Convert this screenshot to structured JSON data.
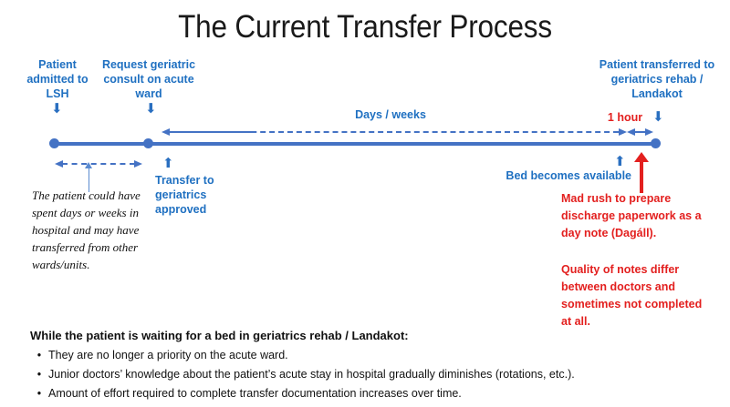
{
  "slide": {
    "title": "The Current Transfer Process",
    "colors": {
      "blue_text": "#1f70c1",
      "timeline_blue": "#4472c4",
      "red": "#e3201f",
      "black": "#111111",
      "background": "#ffffff"
    }
  },
  "timeline": {
    "milestones": [
      {
        "label": "Patient\nadmitted to\nLSH",
        "arrow_icon": "arrow-down-icon"
      },
      {
        "label": "Request geriatric\nconsult on acute\nward",
        "arrow_icon": "arrow-down-icon"
      },
      {
        "label": "Patient transferred\nto geriatrics rehab\n/ Landakot",
        "arrow_icon": "arrow-down-icon"
      }
    ],
    "labels": {
      "patient_admitted": "Patient admitted to LSH",
      "request_consult": "Request geriatric consult on acute ward",
      "patient_transferred": "Patient transferred to geriatrics rehab / Landakot",
      "days_weeks": "Days / weeks",
      "one_hour": "1 hour",
      "transfer_approved": "Transfer to geriatrics approved",
      "bed_available": "Bed becomes available"
    },
    "durations": [
      {
        "name": "pre-admission-span",
        "label": "",
        "style": "dashed-double-arrow"
      },
      {
        "name": "days-weeks-span",
        "label": "Days / weeks",
        "style": "dashed-double-arrow"
      },
      {
        "name": "one-hour-span",
        "label": "1 hour",
        "style": "solid-double-arrow"
      }
    ]
  },
  "annotations": {
    "left_note": "The patient could have spent days or weeks in hospital and may have transferred from other wards/units.",
    "transfer_approved": "Transfer to geriatrics approved",
    "bed_available": "Bed becomes available",
    "red_note_1": "Mad rush to prepare discharge paperwork as a day note (Dagáll).",
    "red_note_2": "Quality of notes differ between doctors and sometimes not completed at all."
  },
  "bottom": {
    "heading": "While the patient is waiting for a bed in geriatrics rehab / Landakot:",
    "bullet_char": "•",
    "bullets": [
      "They are no longer a priority on the acute ward.",
      "Junior doctors’ knowledge about the patient’s acute stay in hospital gradually diminishes (rotations, etc.).",
      "Amount of effort required to complete transfer documentation increases over time."
    ]
  }
}
